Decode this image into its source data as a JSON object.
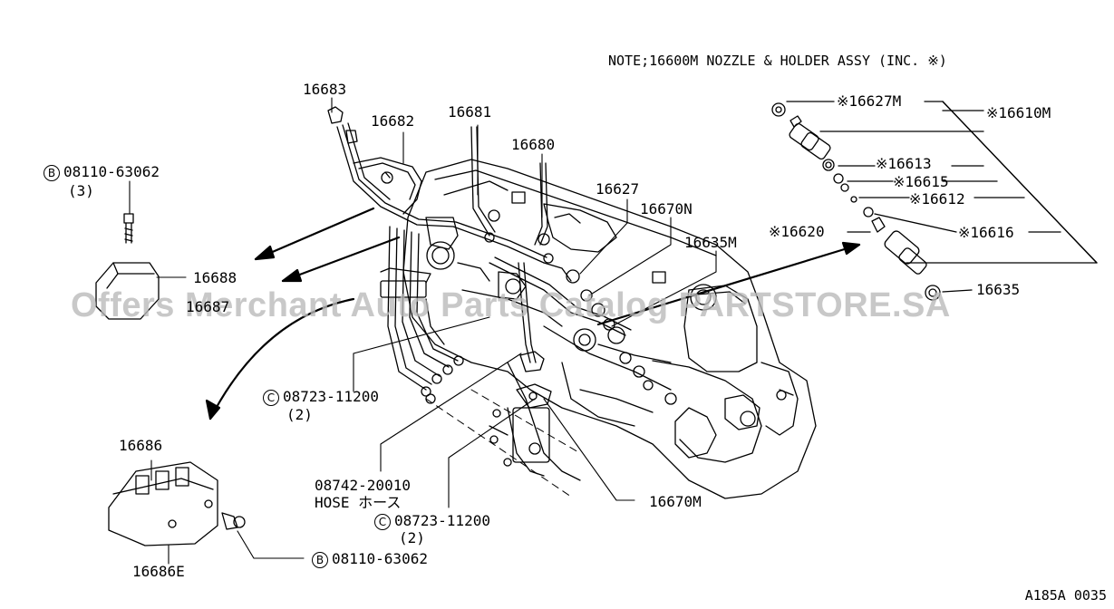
{
  "note": "NOTE;16600M  NOZZLE & HOLDER ASSY (INC. ※)",
  "watermark": "Offers Merchant Auto Parts Catalog PARTSTORE.SA",
  "diagram_code": "A185A 0035",
  "labels": {
    "p16683": "16683",
    "p16682": "16682",
    "p16681": "16681",
    "p16680": "16680",
    "p16627": "16627",
    "p16670N": "16670N",
    "p16635M": "16635M",
    "p16688": "16688",
    "p16687": "16687",
    "bolt_top_code": "08110-63062",
    "bolt_top_qty": "(3)",
    "bolt_top_symbol": "B",
    "clamp_c1_code": "08723-11200",
    "clamp_c1_qty": "(2)",
    "clamp_c1_symbol": "C",
    "hose_code": "08742-20010",
    "hose_desc": "HOSE ホース",
    "clamp_c2_code": "08723-11200",
    "clamp_c2_qty": "(2)",
    "clamp_c2_symbol": "C",
    "p16670M": "16670M",
    "p16686": "16686",
    "p16686E": "16686E",
    "bolt_bottom_code": "08110-63062",
    "bolt_bottom_symbol": "B",
    "n16627M": "※16627M",
    "n16610M": "※16610M",
    "n16613": "※16613",
    "n16615": "※16615",
    "n16612": "※16612",
    "n16620": "※16620",
    "n16616": "※16616",
    "p16635": "16635"
  },
  "colors": {
    "ink": "#000000",
    "paper": "#ffffff",
    "watermark": "#b9b9b9"
  }
}
